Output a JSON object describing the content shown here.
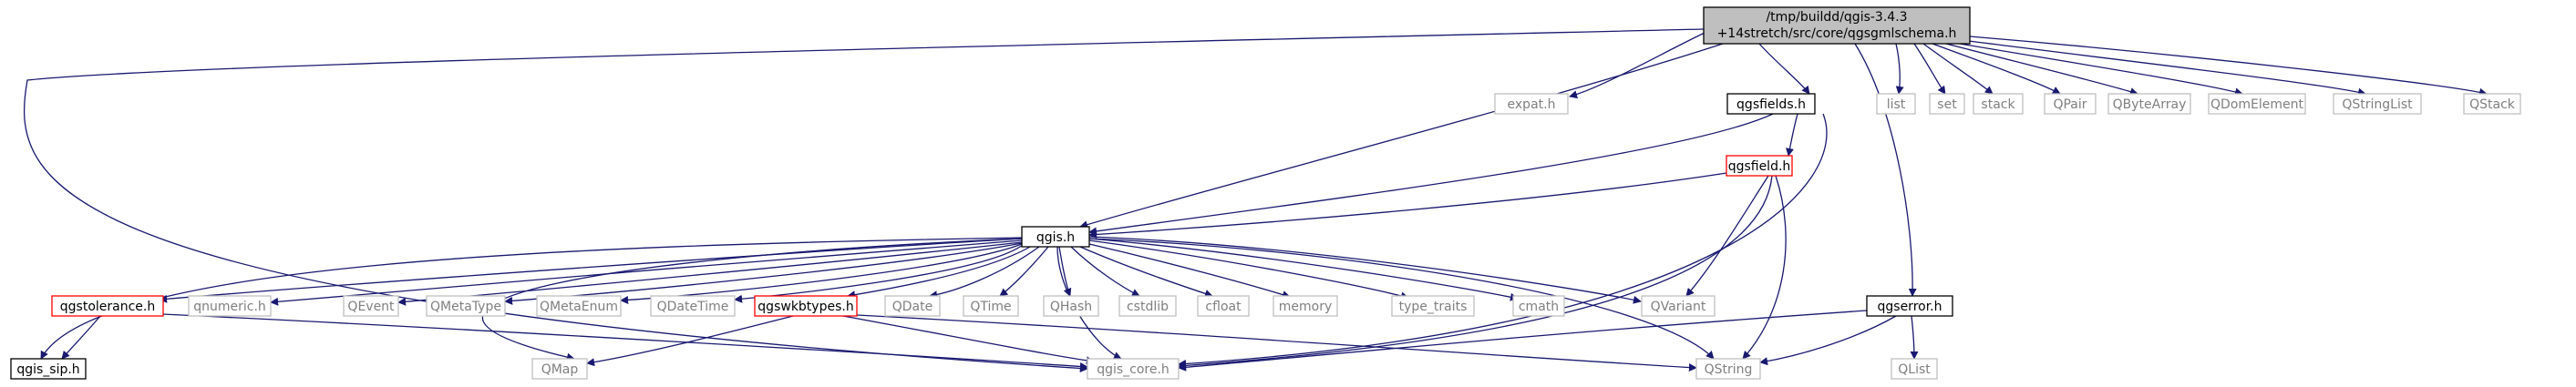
{
  "graph": {
    "root": {
      "label_line1": "/tmp/buildd/qgis-3.4.3",
      "label_line2": "+14stretch/src/core/qgsgmlschema.h"
    },
    "colors": {
      "edge": "#191970",
      "root_fill": "#bfbfbf",
      "solid_border": "#000000",
      "red_border": "#ff0000",
      "gray_border": "#bfbfbf",
      "dark_text": "#000000",
      "gray_text": "#7f7f7f"
    },
    "nodes": {
      "expat": "expat.h",
      "qgsfields": "qgsfields.h",
      "list": "list",
      "set": "set",
      "stack": "stack",
      "qpair": "QPair",
      "qbytearray": "QByteArray",
      "qdomelement": "QDomElement",
      "qstringlist": "QStringList",
      "qstack": "QStack",
      "qgsfield": "qgsfield.h",
      "qgis": "qgis.h",
      "qgserror": "qgserror.h",
      "qgstolerance": "qgstolerance.h",
      "qnumeric": "qnumeric.h",
      "qevent": "QEvent",
      "qmetatype": "QMetaType",
      "qmetaenum": "QMetaEnum",
      "qdatetime": "QDateTime",
      "qgswkbtypes": "qgswkbtypes.h",
      "qdate": "QDate",
      "qtime": "QTime",
      "qhash": "QHash",
      "cstdlib": "cstdlib",
      "cfloat": "cfloat",
      "memory": "memory",
      "type_traits": "type_traits",
      "cmath": "cmath",
      "qvariant": "QVariant",
      "qgis_sip": "qgis_sip.h",
      "qmap": "QMap",
      "qgis_core": "qgis_core.h",
      "qstring": "QString",
      "qlist": "QList"
    }
  }
}
